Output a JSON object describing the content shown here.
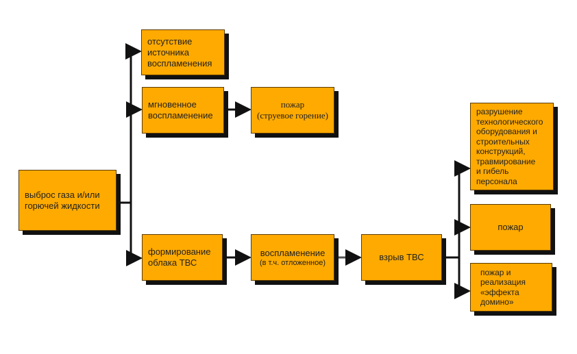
{
  "nodes": {
    "source": "выброс газа и/или\nгорючей жидкости",
    "no_ignition": "отсутствие\nисточника\nвоспламенения",
    "instant_ignition": "мгновенное\nвоспламенение",
    "jet_fire": "пожар\n(струевое горение)",
    "cloud_formation": "формирование\nоблака ТВС",
    "ignition": "воспламенение",
    "ignition_note": "(в т.ч. отложенное)",
    "explosion": "взрыв ТВС",
    "destruction": "разрушение\nтехнологического\nоборудования и\nстроительных\nконструкций,\nтравмирование\nи гибель\nперсонала",
    "fire": "пожар",
    "domino": "пожар и\nреализация\n«эффекта\nдомино»"
  },
  "colors": {
    "box": "#FFAA00",
    "line": "#111111"
  }
}
